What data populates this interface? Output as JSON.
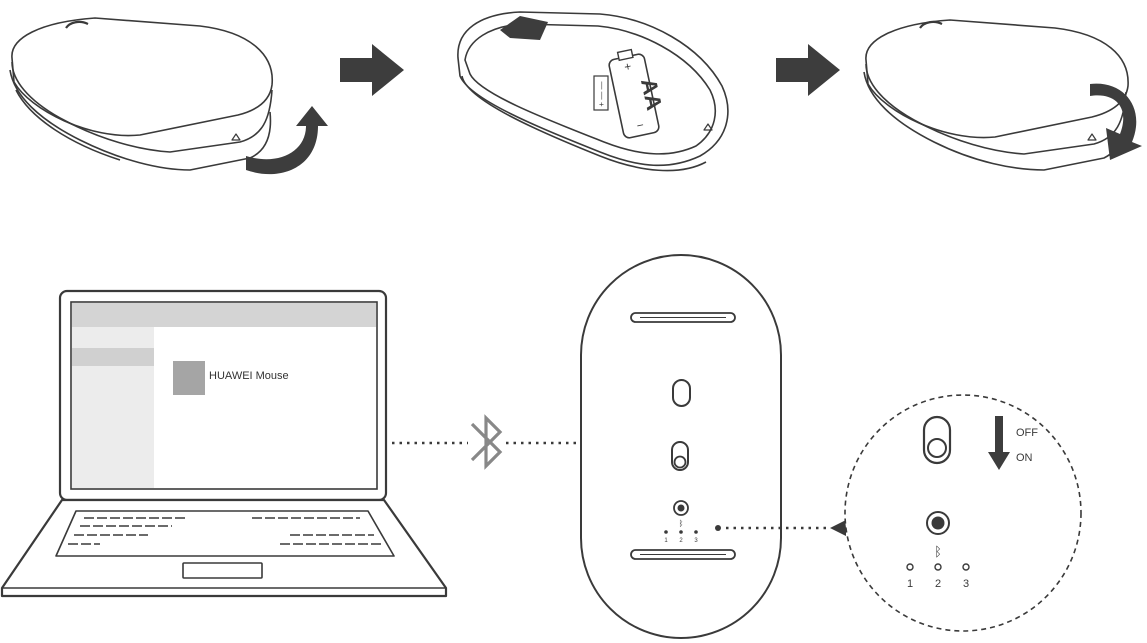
{
  "steps": {
    "battery_label": "AA",
    "battery_polarity_top": "+",
    "battery_polarity_bottom": "−",
    "battery_voltage_marking": "+ — —"
  },
  "laptop": {
    "app_entry_label": "HUAWEI Mouse"
  },
  "connection": {
    "bluetooth_icon": "bluetooth-icon"
  },
  "mouse_bottom": {
    "channel_labels": [
      "1",
      "2",
      "3"
    ]
  },
  "zoom": {
    "switch_off_label": "OFF",
    "switch_on_label": "ON",
    "channel_labels": [
      "1",
      "2",
      "3"
    ]
  },
  "colors": {
    "line": "#3a3a3a",
    "arrow_fill": "#3d3d3d",
    "screen_panel": "#d4d4d4",
    "sidebar_panel": "#ececec",
    "bluetooth_gray": "#888888"
  }
}
